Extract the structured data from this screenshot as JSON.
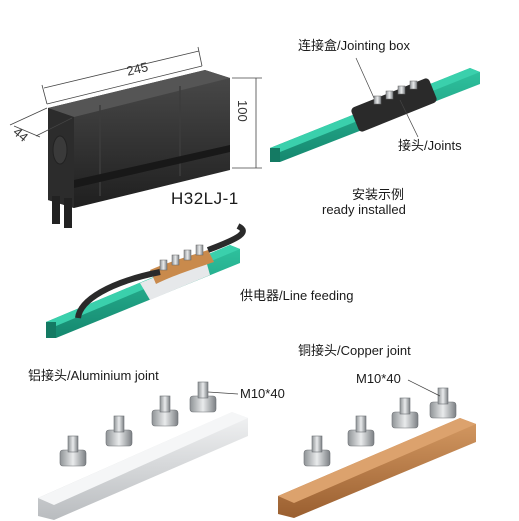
{
  "dimensions": {
    "length": "245",
    "height": "100",
    "width": "44"
  },
  "model_label": "H32LJ-1",
  "labels": {
    "jointing_box": "连接盒/Jointing box",
    "joints": "接头/Joints",
    "installed_cn": "安装示例",
    "installed_en": "ready installed",
    "line_feeding": "供电器/Line feeding",
    "aluminium_joint": "铝接头/Aluminium joint",
    "copper_joint": "铜接头/Copper joint",
    "bolt_spec_left": "M10*40",
    "bolt_spec_right": "M10*40"
  },
  "colors": {
    "box_black": "#2a2a2a",
    "rail_green": "#1fa58a",
    "aluminium": "#d9dbdd",
    "copper": "#b77a45"
  }
}
